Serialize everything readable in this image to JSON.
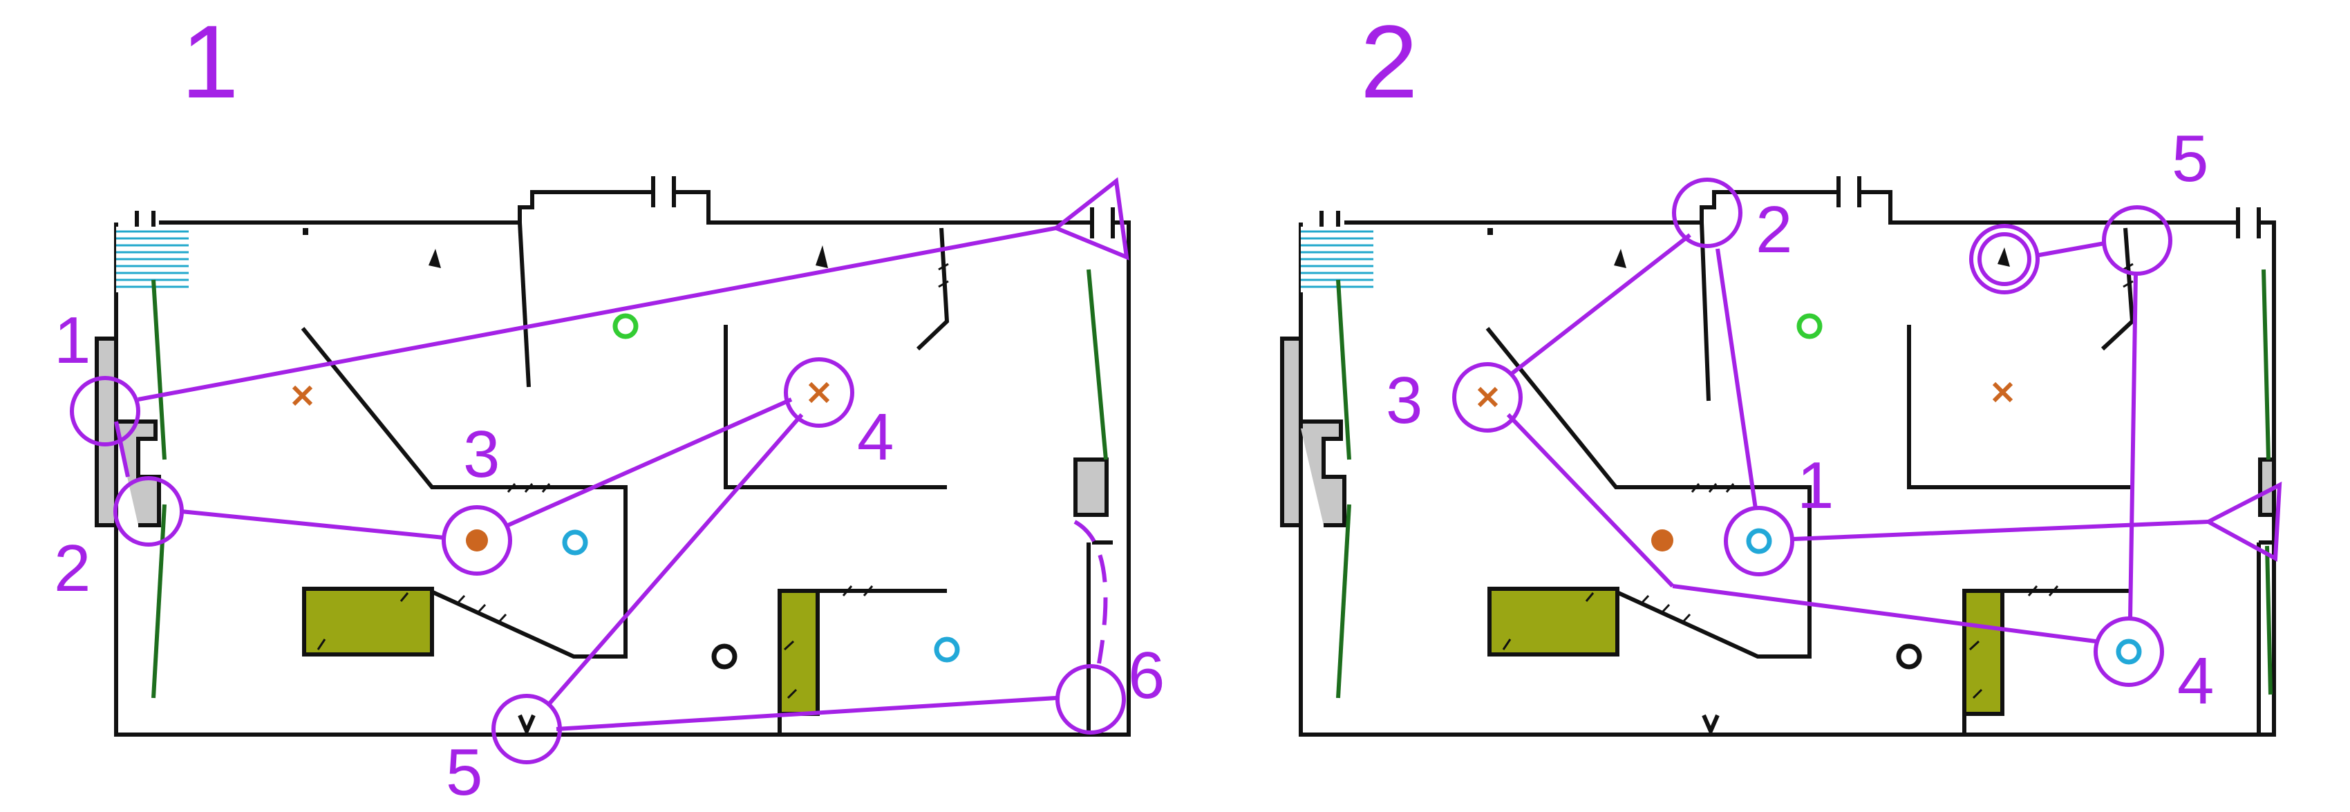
{
  "colors": {
    "course": "#a422e6",
    "wall": "#111111",
    "vegetation": "#1d6e1d",
    "water": "#22a8cc",
    "obstacle": "#c7c7c7",
    "thicket": "#9aa614",
    "marker_orange": "#cc6620",
    "marker_green": "#33cc33",
    "marker_blue": "#22a8d8",
    "marker_black": "#111111"
  },
  "maps": [
    {
      "title": "1",
      "controls": [
        "1",
        "2",
        "3",
        "4",
        "5",
        "6"
      ]
    },
    {
      "title": "2",
      "controls": [
        "1",
        "2",
        "3",
        "4",
        "5"
      ]
    }
  ],
  "icons": [
    "start-triangle-icon",
    "control-circle-icon",
    "cross-icon",
    "ring-marker-icon",
    "dot-marker-icon",
    "arrow-marker-icon"
  ]
}
